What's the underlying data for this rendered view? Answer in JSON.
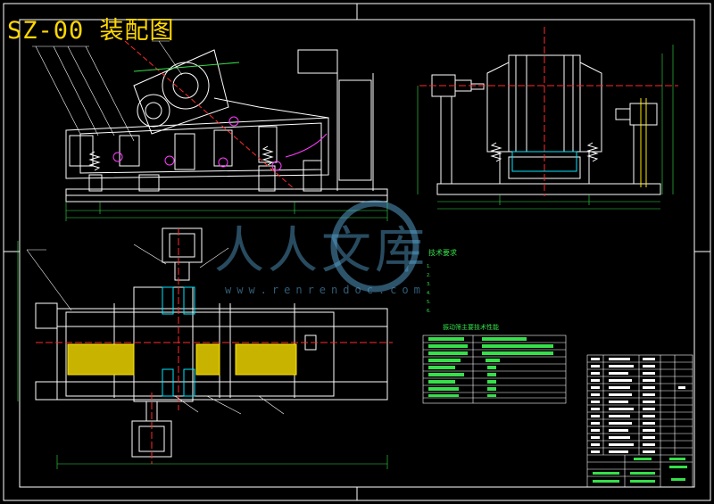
{
  "drawing": {
    "title": "SZ-00 装配图"
  },
  "tech_requirements": {
    "title": "技术要求",
    "notes": [
      "1.",
      "2.",
      "3.",
      "4.",
      "5.",
      "6."
    ]
  },
  "performance_table": {
    "title": "振动筛主要技术性能"
  },
  "watermark": {
    "text": "人人文库",
    "url": "www.renrendoc.com"
  },
  "colors": {
    "background": "#000000",
    "frame": "#ffffff",
    "title": "#ffd800",
    "dimension": "#35e04a",
    "center_line": "#ff2a2a",
    "screen_mesh": "#ffe600",
    "cyan_detail": "#00e6ff",
    "magenta_detail": "#ff3cff",
    "watermark": "#5aa7d6"
  }
}
